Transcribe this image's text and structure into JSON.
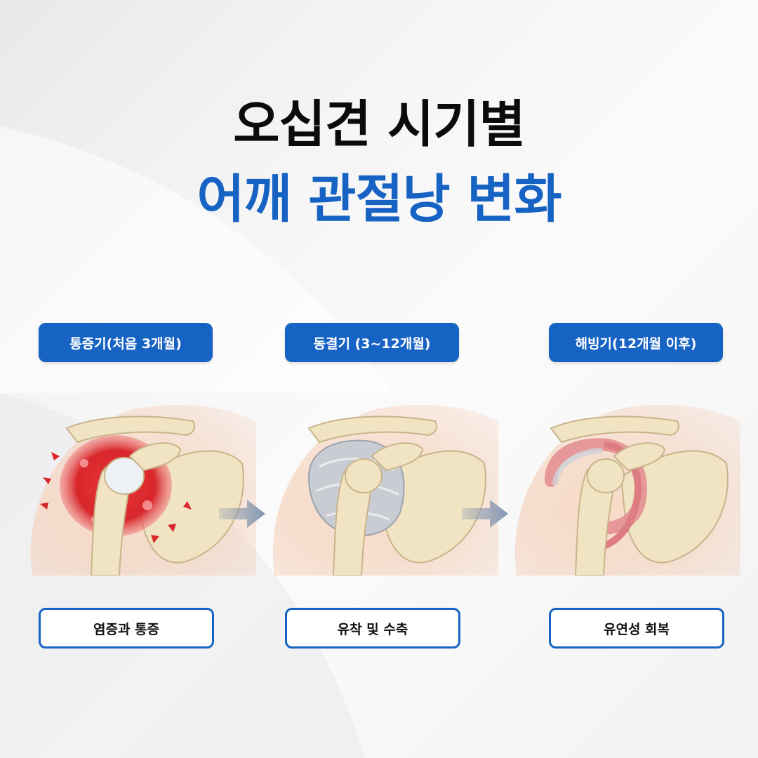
{
  "title": {
    "line1": "오십견 시기별",
    "line2": "어깨 관절낭 변화"
  },
  "stages": [
    {
      "label": "통증기(처음 3개월)",
      "caption": "염증과 통증",
      "capsule_state": "inflamed"
    },
    {
      "label": "동결기 (3~12개월)",
      "caption": "유착 및 수축",
      "capsule_state": "frozen"
    },
    {
      "label": "해빙기(12개월 이후)",
      "caption": "유연성 회복",
      "capsule_state": "thawing"
    }
  ],
  "colors": {
    "accent_blue": "#1763c4",
    "title_black": "#0b0b0b",
    "inflamed_red": "#d8262b",
    "frozen_gray": "#c9cdd3",
    "thawing_pink": "#e48f93",
    "bone": "#f1e4c3",
    "skin": "#f2c9ad",
    "arrow_gray": "#8294ad"
  },
  "icons": {
    "arrow": "right-arrow-icon"
  }
}
